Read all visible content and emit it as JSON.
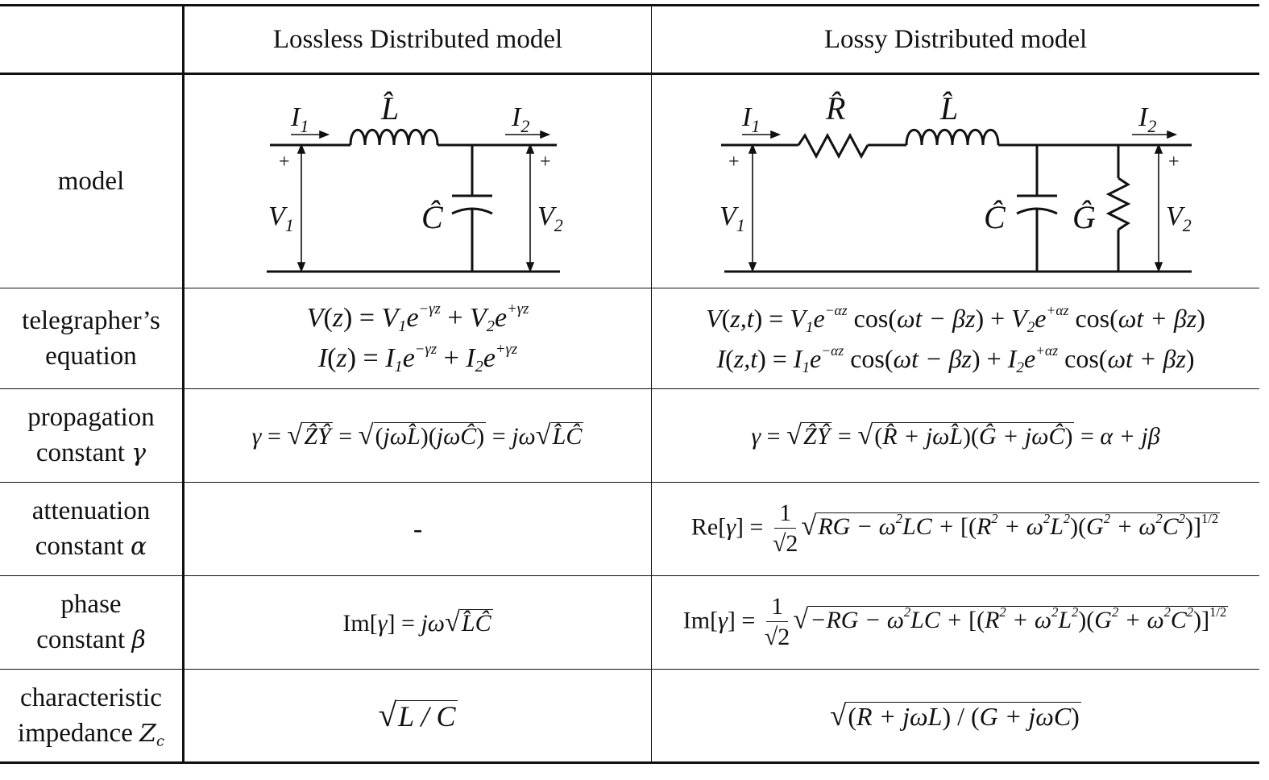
{
  "headers": {
    "col1": "",
    "col2": "Lossless Distributed model",
    "col3": "Lossy Distributed model"
  },
  "rows": {
    "model": {
      "label": "model"
    },
    "telegrapher": {
      "label_line1": "telegrapher’s",
      "label_line2": "equation"
    },
    "propagation": {
      "label_line1": "propagation",
      "label_line2": "constant",
      "symbol": "γ"
    },
    "attenuation": {
      "label_line1": "attenuation",
      "label_line2": "constant",
      "symbol": "α",
      "lossless": "-"
    },
    "phase": {
      "label_line1": "phase",
      "label_line2": "constant",
      "symbol": "β"
    },
    "impedance": {
      "label_line1": "characteristic",
      "label_line2": "impedance",
      "symbol": "Z",
      "symbol_sub": "c"
    }
  },
  "circuit_labels": {
    "I1": "I",
    "I1_sub": "1",
    "I2": "I",
    "I2_sub": "2",
    "V1": "V",
    "V1_sub": "1",
    "V2": "V",
    "V2_sub": "2",
    "L": "L̂",
    "C": "Ĉ",
    "R": "R̂",
    "G": "Ĝ",
    "plus": "+"
  }
}
